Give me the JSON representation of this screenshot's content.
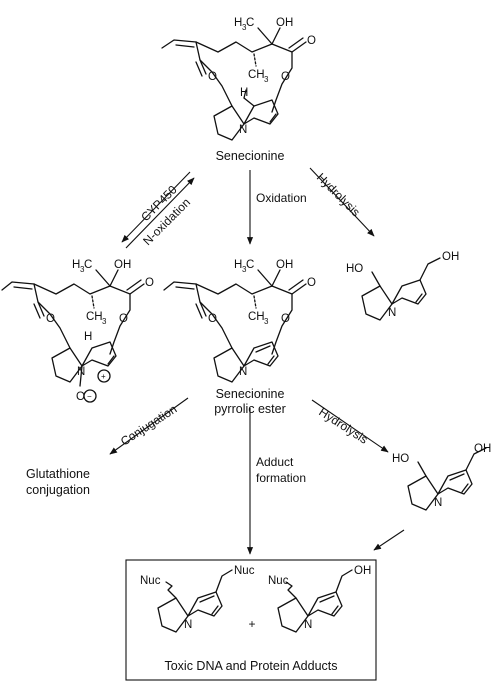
{
  "compounds": {
    "senecionine": "Senecionine",
    "pyrrolic_ester_line1": "Senecionine",
    "pyrrolic_ester_line2": "pyrrolic ester",
    "glutathione_line1": "Glutathione",
    "glutathione_line2": "conjugation",
    "adducts_caption": "Toxic DNA and Protein Adducts"
  },
  "reactions": {
    "cyp450": "CYP450",
    "n_oxidation": "N-oxidation",
    "oxidation": "Oxidation",
    "hydrolysis_1": "Hydrolysis",
    "conjugation": "Conjugation",
    "adduct_line1": "Adduct",
    "adduct_line2": "formation",
    "hydrolysis_2": "Hydrolysis"
  },
  "atoms": {
    "O": "O",
    "OH": "OH",
    "HO": "HO",
    "N": "N",
    "H": "H",
    "C": "C",
    "H3_H": "H",
    "H3_sub": "3",
    "CH3": "CH",
    "sub3": "3",
    "Nuc": "Nuc",
    "plus": "+",
    "plus_charge": "+",
    "minus_charge": "−"
  }
}
